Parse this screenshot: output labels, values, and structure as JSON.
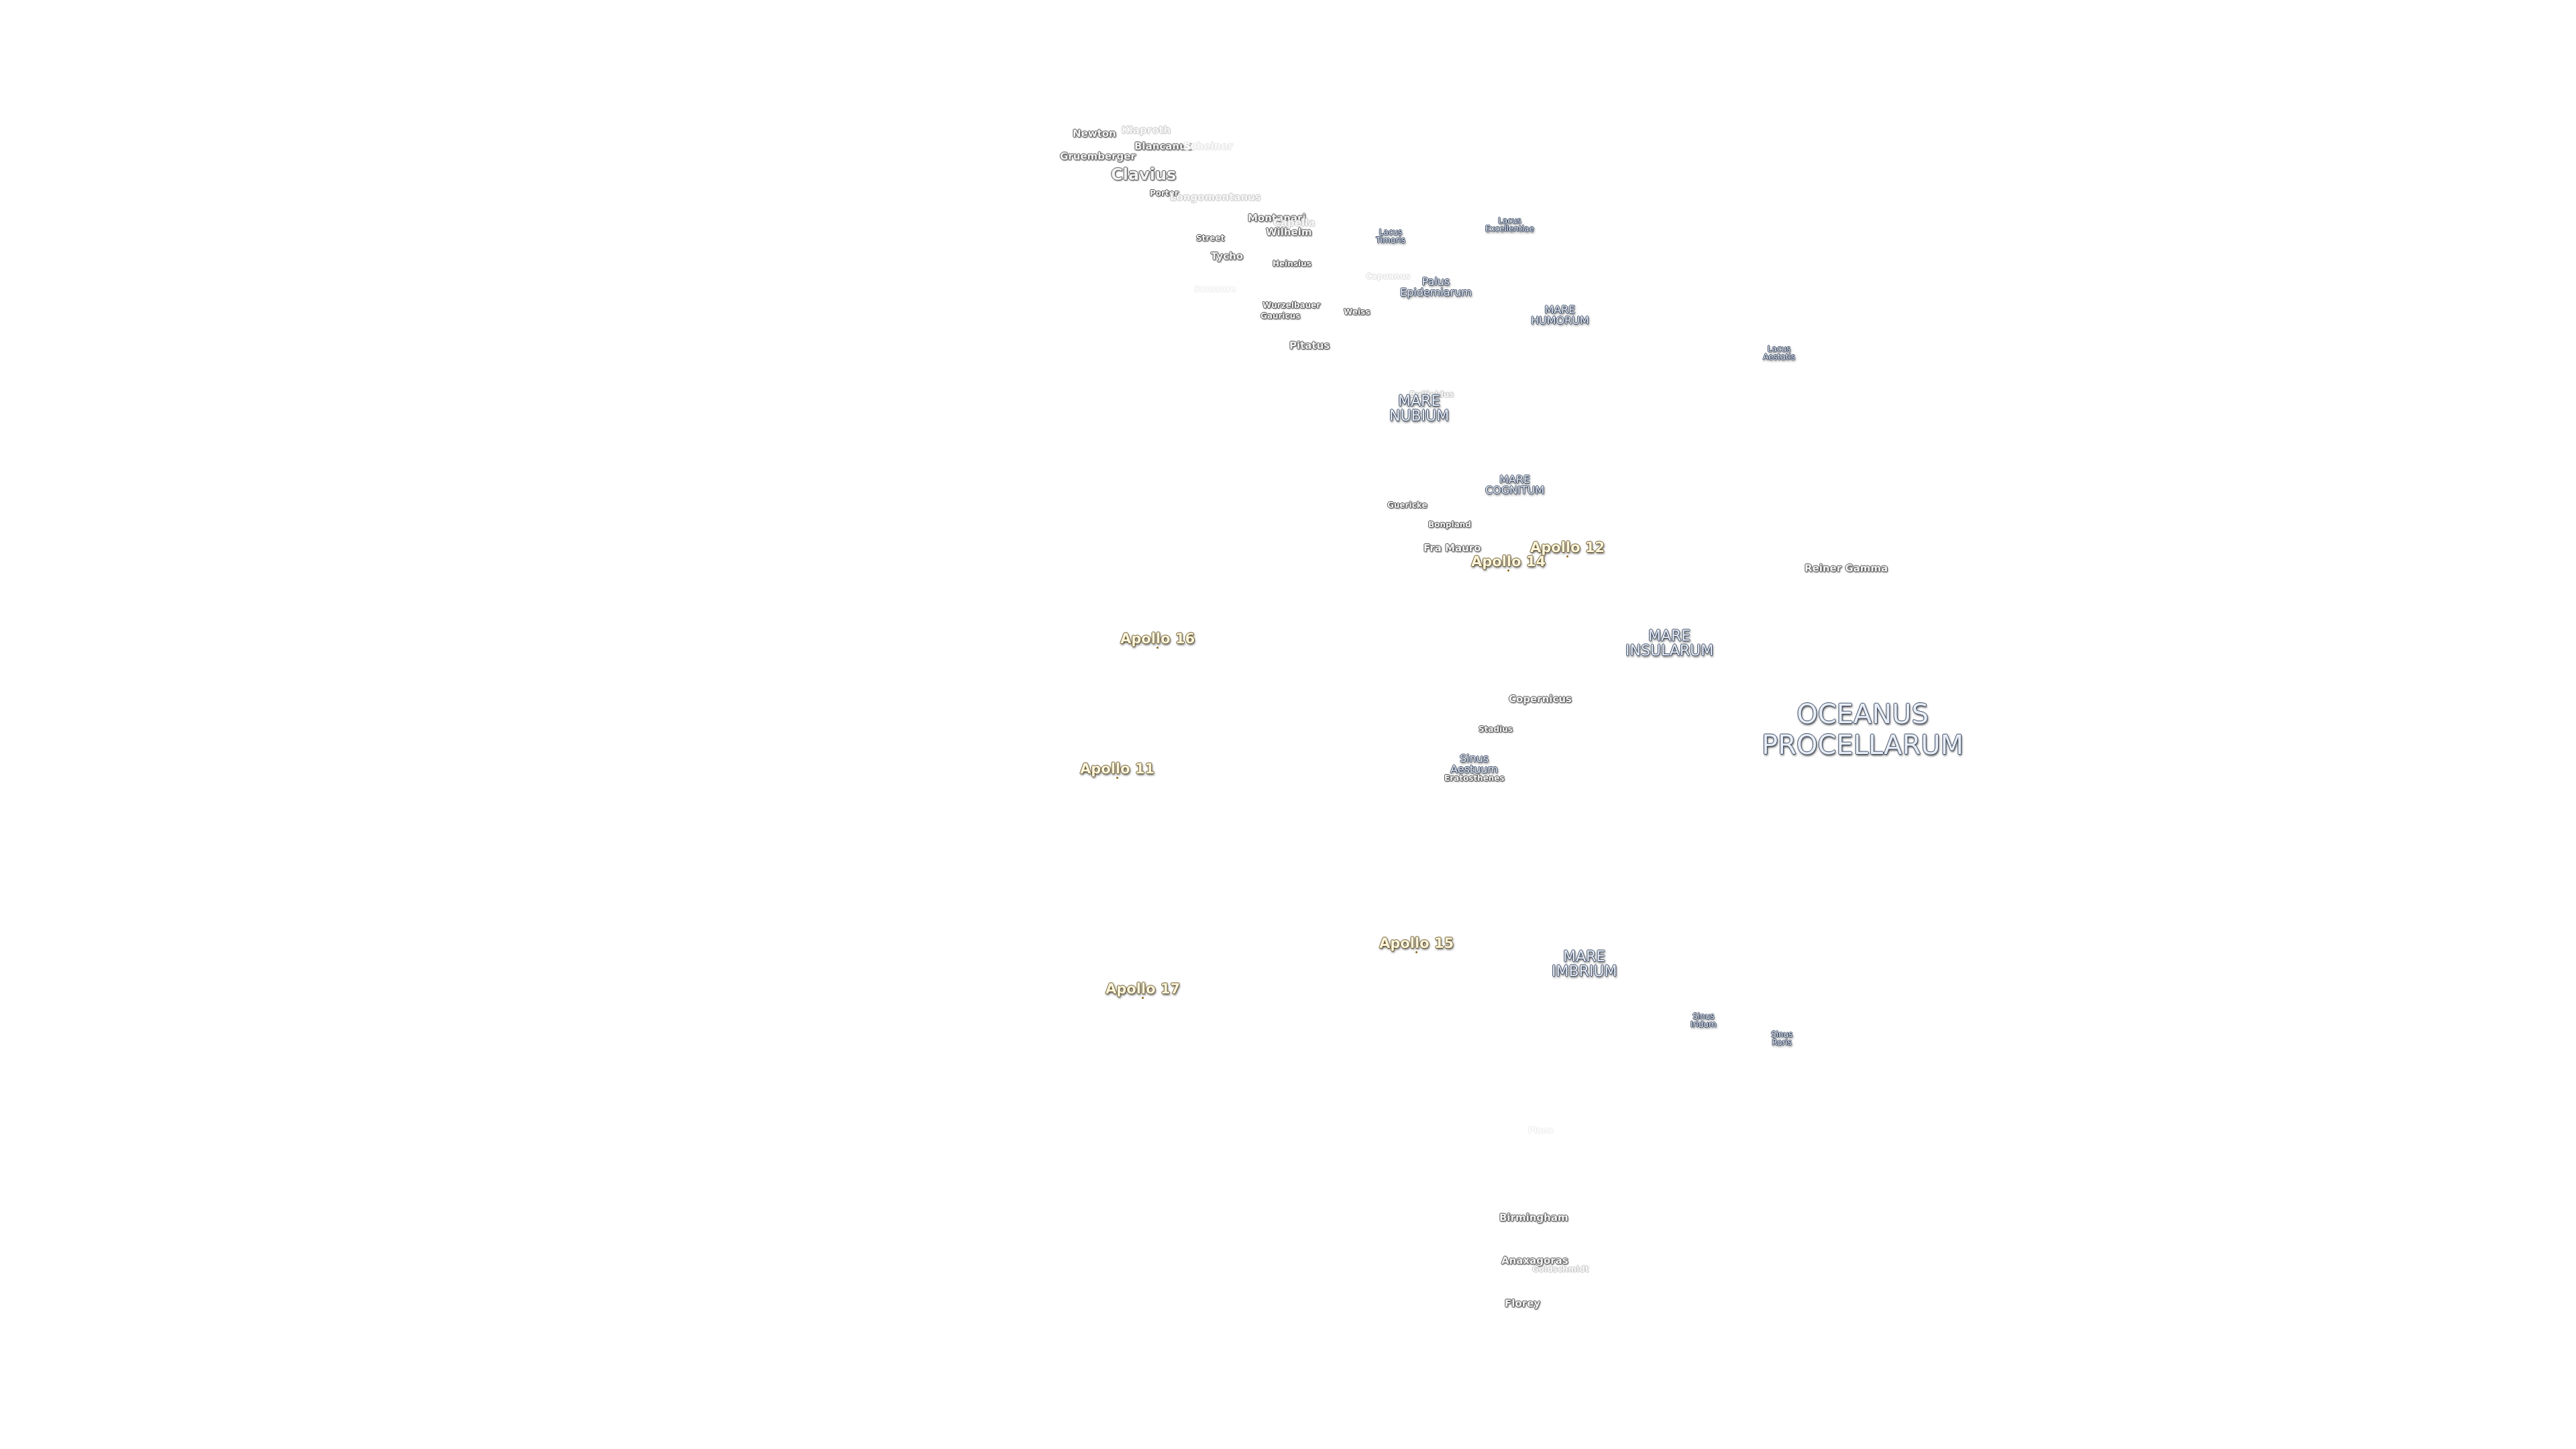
{
  "map": {
    "labels": [
      {
        "name": "label-newton",
        "kind": "crater",
        "lines": [
          "Newton"
        ]
      },
      {
        "name": "label-klaproth",
        "kind": "crater",
        "lines": [
          "Klaproth"
        ]
      },
      {
        "name": "label-blancanus",
        "kind": "crater",
        "lines": [
          "Blancanus"
        ]
      },
      {
        "name": "label-scheiner",
        "kind": "crater",
        "lines": [
          "Scheiner"
        ]
      },
      {
        "name": "label-gruemberger",
        "kind": "crater",
        "lines": [
          "Gruemberger"
        ]
      },
      {
        "name": "label-clavius",
        "kind": "crater",
        "lines": [
          "Clavius"
        ]
      },
      {
        "name": "label-porter",
        "kind": "crater",
        "lines": [
          "Porter"
        ]
      },
      {
        "name": "label-longomontanus",
        "kind": "crater",
        "lines": [
          "Longomontanus"
        ]
      },
      {
        "name": "label-montanari",
        "kind": "crater",
        "lines": [
          "Montanari"
        ]
      },
      {
        "name": "label-capella",
        "kind": "crater",
        "lines": [
          "Capella"
        ]
      },
      {
        "name": "label-wilhelm",
        "kind": "crater",
        "lines": [
          "Wilhelm"
        ]
      },
      {
        "name": "label-lacus-timoris",
        "kind": "mare",
        "lines": [
          "Lacus",
          "Timoris"
        ]
      },
      {
        "name": "label-lacus-excellentiae",
        "kind": "mare",
        "lines": [
          "Lacus",
          "Excellentiae"
        ]
      },
      {
        "name": "label-street",
        "kind": "crater",
        "lines": [
          "Street"
        ]
      },
      {
        "name": "label-tycho",
        "kind": "crater",
        "lines": [
          "Tycho"
        ]
      },
      {
        "name": "label-heinsius",
        "kind": "crater",
        "lines": [
          "Heinsius"
        ]
      },
      {
        "name": "label-capuanus",
        "kind": "crater",
        "lines": [
          "Capuanus"
        ]
      },
      {
        "name": "label-palus-epidemiarum",
        "kind": "mare",
        "lines": [
          "Palus",
          "Epidemiarum"
        ]
      },
      {
        "name": "label-saussure",
        "kind": "crater",
        "lines": [
          "Saussure"
        ]
      },
      {
        "name": "label-wurzelbauer",
        "kind": "crater",
        "lines": [
          "Wurzelbauer"
        ]
      },
      {
        "name": "label-gauricus",
        "kind": "crater",
        "lines": [
          "Gauricus"
        ]
      },
      {
        "name": "label-weiss",
        "kind": "crater",
        "lines": [
          "Weiss"
        ]
      },
      {
        "name": "label-mare-humorum",
        "kind": "mare",
        "lines": [
          "MARE",
          "HUMORUM"
        ]
      },
      {
        "name": "label-lacus-aestatis",
        "kind": "mare",
        "lines": [
          "Lacus",
          "Aestatis"
        ]
      },
      {
        "name": "label-pitatus",
        "kind": "crater",
        "lines": [
          "Pitatus"
        ]
      },
      {
        "name": "label-bullialdus",
        "kind": "crater",
        "lines": [
          "Bullialdus"
        ]
      },
      {
        "name": "label-mare-nubium",
        "kind": "mare",
        "lines": [
          "MARE",
          "NUBIUM"
        ]
      },
      {
        "name": "label-mare-cognitum",
        "kind": "mare",
        "lines": [
          "MARE",
          "COGNITUM"
        ]
      },
      {
        "name": "label-guericke",
        "kind": "crater",
        "lines": [
          "Guericke"
        ]
      },
      {
        "name": "label-bonpland",
        "kind": "crater",
        "lines": [
          "Bonpland"
        ]
      },
      {
        "name": "label-fra-mauro",
        "kind": "crater",
        "lines": [
          "Fra Mauro"
        ]
      },
      {
        "name": "label-apollo-12",
        "kind": "apollo",
        "lines": [
          "Apollo 12"
        ]
      },
      {
        "name": "label-apollo-14",
        "kind": "apollo",
        "lines": [
          "Apollo 14"
        ]
      },
      {
        "name": "label-reiner-gamma",
        "kind": "crater",
        "lines": [
          "Reiner Gamma"
        ]
      },
      {
        "name": "label-apollo-16",
        "kind": "apollo",
        "lines": [
          "Apollo 16"
        ]
      },
      {
        "name": "label-mare-insularum",
        "kind": "mare",
        "lines": [
          "MARE",
          "INSULARUM"
        ]
      },
      {
        "name": "label-copernicus",
        "kind": "crater",
        "lines": [
          "Copernicus"
        ]
      },
      {
        "name": "label-stadius",
        "kind": "crater",
        "lines": [
          "Stadius"
        ]
      },
      {
        "name": "label-oceanus-procellarum",
        "kind": "mare",
        "lines": [
          "OCEANUS",
          "PROCELLARUM"
        ]
      },
      {
        "name": "label-sinus-aestuum",
        "kind": "mare",
        "lines": [
          "Sinus",
          "Aestuum"
        ]
      },
      {
        "name": "label-eratosthenes",
        "kind": "crater",
        "lines": [
          "Eratosthenes"
        ]
      },
      {
        "name": "label-apollo-11",
        "kind": "apollo",
        "lines": [
          "Apollo 11"
        ]
      },
      {
        "name": "label-apollo-15",
        "kind": "apollo",
        "lines": [
          "Apollo 15"
        ]
      },
      {
        "name": "label-mare-imbrium",
        "kind": "mare",
        "lines": [
          "MARE",
          "IMBRIUM"
        ]
      },
      {
        "name": "label-apollo-17",
        "kind": "apollo",
        "lines": [
          "Apollo 17"
        ]
      },
      {
        "name": "label-sinus-iridum",
        "kind": "mare",
        "lines": [
          "Sinus",
          "Iridum"
        ]
      },
      {
        "name": "label-sinus-roris",
        "kind": "mare",
        "lines": [
          "Sinus",
          "Roris"
        ]
      },
      {
        "name": "label-birmingham",
        "kind": "crater",
        "lines": [
          "Birmingham"
        ]
      },
      {
        "name": "label-anaxagoras",
        "kind": "crater",
        "lines": [
          "Anaxagoras"
        ]
      },
      {
        "name": "label-goldschmidt",
        "kind": "crater",
        "lines": [
          "Goldschmidt"
        ]
      },
      {
        "name": "label-plana",
        "kind": "crater",
        "lines": [
          "Plana"
        ]
      },
      {
        "name": "label-florey",
        "kind": "crater",
        "lines": [
          "Florey"
        ]
      }
    ]
  }
}
